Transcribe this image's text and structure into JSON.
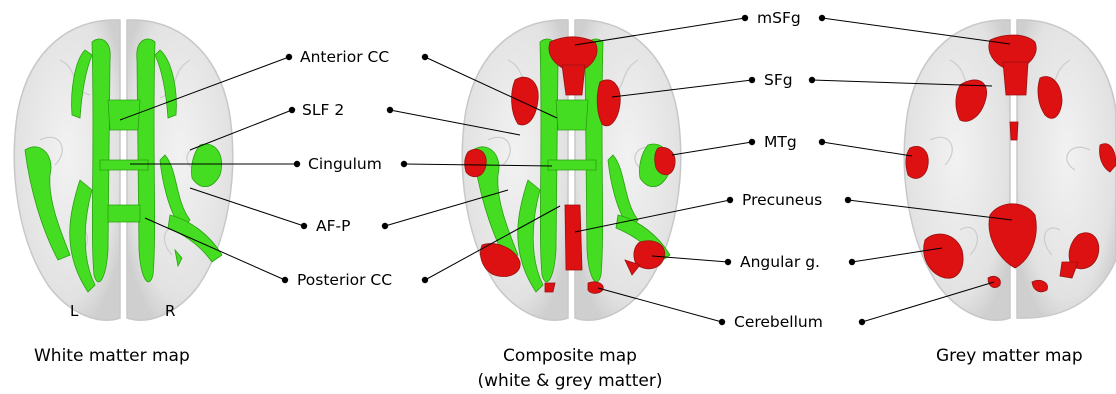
{
  "colors": {
    "white_matter": "#44dd22",
    "grey_matter": "#dd1111",
    "brain": "#e6e6e6",
    "line": "#000000"
  },
  "hemisphere_labels": {
    "left": "L",
    "right": "R"
  },
  "left_labels": {
    "anterior_cc": "Anterior CC",
    "slf2": "SLF 2",
    "cingulum": "Cingulum",
    "af_p": "AF-P",
    "posterior_cc": "Posterior CC"
  },
  "right_labels": {
    "msfg": "mSFg",
    "sfg": "SFg",
    "mtg": "MTg",
    "precuneus": "Precuneus",
    "angular": "Angular g.",
    "cerebellum": "Cerebellum"
  },
  "captions": {
    "white": "White matter map",
    "composite_line1": "Composite map",
    "composite_line2": "(white & grey matter)",
    "grey": "Grey matter map"
  }
}
